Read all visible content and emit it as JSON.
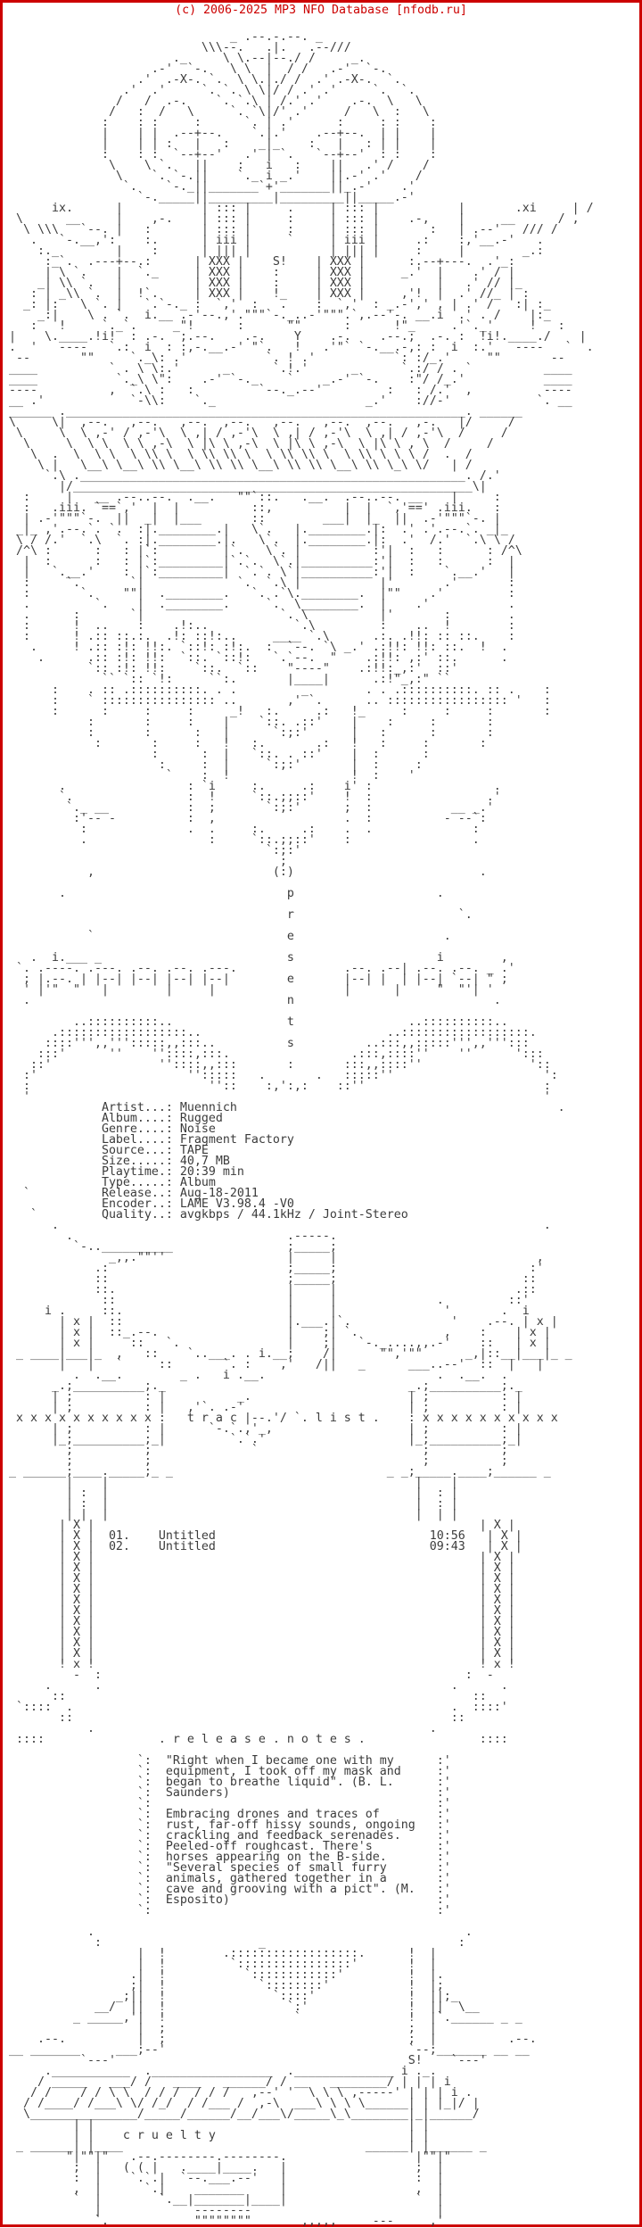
{
  "page": {
    "background": "#ffffff",
    "border_color": "#cc0000",
    "header_color": "#cc0000",
    "art_color": "#3b3b3b"
  },
  "header": {
    "text": "(c) 2006-2025 MP3 NFO Database [nfodb.ru]"
  },
  "release_info": {
    "fields": [
      {
        "label": "Artist...:",
        "value": "Muennich"
      },
      {
        "label": "Album....:",
        "value": "Rugged"
      },
      {
        "label": "Genre....:",
        "value": "Noise"
      },
      {
        "label": "Label....:",
        "value": "Fragment Factory"
      },
      {
        "label": "Source...:",
        "value": "TAPE"
      },
      {
        "label": "Size.....:",
        "value": "40,7 MB"
      },
      {
        "label": "Playtime.:",
        "value": "20:39 min"
      },
      {
        "label": "Type.....:",
        "value": "Album"
      },
      {
        "label": "Release..:",
        "value": "Aug-18-2011"
      },
      {
        "label": "Encoder..:",
        "value": "LAME V3.98.4 -V0"
      },
      {
        "label": "Quality..:",
        "value": "avgkbps / 44.1kHz / Joint-Stereo"
      }
    ]
  },
  "tracklist": {
    "section_title": "t r a c   l i s t .",
    "tracks": [
      {
        "number": "01.",
        "title": "Untitled",
        "duration": "10:56"
      },
      {
        "number": "02.",
        "title": "Untitled",
        "duration": "09:43"
      }
    ]
  },
  "release_notes": {
    "section_title": ". r e l e a s e . n o t e s .",
    "paragraphs": [
      [
        "\"Right when I became one with my",
        "equipment, I took off my mask and",
        "began to breathe liquid\". (B. L.",
        "Saunders)"
      ],
      [
        "Embracing drones and traces of",
        "rust, far-off hissy sounds, ongoing",
        "crackling and feedback serenades.",
        "Peeled-off roughcast. There's",
        "horses appearing on the B-side.",
        "\"Several species of small furry",
        "animals, gathered together in a",
        "cave and grooving with a pict\". (M.",
        "Esposito)"
      ]
    ]
  },
  "art_words": {
    "presents_vertical": "p r e s e n t s :",
    "scene_mark_top": "S!",
    "scene_mark_bottom": "S!",
    "roman_left": "ix.",
    "roman_right": ".xi",
    "cruelty": "c r u e l t y"
  },
  "ascii_art": {
    "lines": [
      "",
      "                                _ .--.-.--. _",
      "                            \\\\\\--.   .|.   .--///",
      "                        ._     \\ \\.--|--./ /     _.",
      "                     .-'  `-.   \\ \\  |  / /   .-'  `-.",
      "                   .'  .-X-. `.  \\ \\.|./ /  .' .-X-.  `.",
      "                 .'  .'     `. `. \\ \\|/ / .' .'     `.  `.",
      "                /   /  .-.    `. `.\\ | /.' .'    .-.  \\   \\",
      "               /   :  /   \\     `. `\\|/' .'     /   \\  :   \\",
      "              :    : :     :      `. | .'      :     : :    :",
      "              |    | |  .--+--.    `.|.'    .--+--.  | |    |",
      "              |    | | :   |   :    _|_    :   |   : | |    |",
      "              :    : :  `--+--'   .' | `.   `--+--'  : :    :",
      "               \\    \\ `.   ||    :   i   :    ||   .' /    /",
      "                \\    `. `-.||    `._ i _.'    ||.-' .'    /",
      "                 `.    `-._||_______`+'_______||_.-'    .'",
      "                   `-._____||_________|_________||_____.-'",
      "       ix.      |           | ::: |     .     | ::: |           |       .xi     | /",
      "  \\      __     |    ,-.    | ::: |     :     | ::: |    .-,    |     __      / ,",
      "   \\ \\\\\\   `--. |   :       | ::: |     :     | ::: |       :   | .--'   /// /",
      "    .   `-.__,':    :.      | iii |     `     | iii |     .:    :,'__.-'   .",
      "     :._        |    :      | ||| |           | ||| |     :     |        _.:",
      "      :_`.  .---+--.:      | XXX |    S!    | XXX |      :.--+---.  .'_:",
      "      | \\ `.    |  `._     | XXX |    :     | XXX |     _.'  |    .' / |",
      "     _| \\\\ `.   |          | XXX |    :     | XXX |          |   .' // |_",
      "    : | _\\\\ `.  |  !`.     | XXX |    !_    | XXX |     ,'!  |  .' //_ | :",
      "   _: |:   \\ `. |   `.`-._ :  `,'  :   .    :  `,'  : _.-',' , | .' /   :| :_",
      "     _:|    \\ . `.  i.__ .-'--.,'.\"\"\"`-._..-'\"\"\".`,.--'-. __.i  .' . /    |:_",
      "    :   !     `._`.     _\"!      :      \"\"      :      !\"_     .'`._'     !   :",
      " |    \\.____.!i!  : .-.  ;.--.    .-.    Y    .-.    .--.;  .-. :  !i!.____./    |",
      " .  '   ----   `.:  i  : :,-.__.-' \"`.   !   .'\"` `-.__.-,: :  i  :.'   ----   `  .",
      "  --       \"\"     `._\\: .'           `. ! .'           `: :/_.'     \"\"       --",
      " ____          ` . \\ \\:.'      _      `.!.'      _      `.:/ / . `          ____",
      " ____           `._\\ \\\":    .-' `-._    `    _.-' `-.    :\"/ /_.'           ____",
      " ----          ,  `.\\ :   :         `--._.--'         :   : /.'  ,          ----",
      " __ .'            `-\\\\:    `._                     _.'    ://-'            `. __",
      " ______ .________________________________________________________. ______",
      " \\     \\|  ,--.   ,--.   ,--.  ,--.   ,--.   ,--.  ,--.   ,-.   |/     /",
      "  \\     \\  \\ ,-' / ,-'\\  \\ ,| / ,-'\\  \\ ,| / ,-'\\  \\ ,| / ,-'\\  /     /",
      "   \\     \\  \\ \\  \\ \\ ,-\\  \\ |\\ \\ ,-\\  \\ |\\ \\ ,-\\  \\ |\\ \\ , \\  /     /",
      "    \\  .  \\  \\ \\  \\ \\\\ \\  \\ \\\\ \\\\ \\  \\ \\\\ \\\\ \\  \\ \\\\ \\ \\ \\ /  .  /",
      "     \\ |   \\__\\ \\__\\ \\\\ \\__\\ \\\\ \\\\ \\__\\ \\\\ \\\\ \\__\\ \\\\ \\_\\ \\/   | /",
      "      `.\\ .______________________________________________________. /.'",
      "        |/________________________________________________________\\|",
      "   :     |   __ .--..--.  .__.   \"\"`::.   .__.  .--..--. __    |     :",
      "   :   .iii. `==`,'  |  |          ::,          |  |  `,'==' .iii.   :",
      "   | .-'\"\"\"`-.  ||  _|  |___       ::        ___|  |_  ||  .-'\"\"\"`-. |",
      "  _|_ ,'.--.`. `.  :|.________.|   \\`.   |.________.|:  .' .'.--.`. _|_",
      "  \\ / /.'  `.\\  `. :|.________.|.   \\`.  |.________.|:  .'  /.'  `.\\ \\ /",
      "  /^\\ :      :   : |`:         |`.   \\`. |          :'|  :   :      : /^\\",
      "   |  :      :   : |`:_________|`.`.  \\`.|__________:'|  :   :      :  |",
      "   |   `.__.'    : |`:_________|  `.`. \\`|__________:'|  :    `.__.'   |",
      "   :     `.       `|             `.  `.\\ |           |'       .'       :",
      "   :       `.    \"\"|  .________.   `. .`\\.________.  |\"\"    .'         :",
      "   .         `.    |  .________.     `.  \\________.  |    .'           .",
      "   .      :       `|                   `. \\          |'       :        .",
      "   :      !  ..    :    .!:..            `.\\         :    ..  !        :",
      "   :      ! .:: ::.:.  .!: ::!:..     ____ `.\\      .:. .!!: :: ::.    :",
      "    .     ! .:: :!: !!:. `::!: :!:.  :  `--. `\\ _.' .:!!: !!: ::.  !  .",
      "     .      .:: :!: !!:  `::. `::!:   `.`--.  \"    .:!!: ,:' ::.      .",
      "            `:: :!: !!:    `::.  `::    \"----\"    .:!!:_,:'  ::'",
      "              `` `:: `!:     ``:.       |____|      .:!\"_,:\" ``",
      "       :    . :: .::::::::::. . .         _        . . .::::::::::. :: .    :",
      "       :    ` :::::::::::::::: ..       ,' `.      .. ::::::::::::::::: '   :",
      "       :      :     :     :     _!   :.     .:   !_     :     :     :       :",
      "            :       :     :    |    `::. .::'    |    :     :       :",
      "            :       :      :   |      `:;:'      |   :      :       :",
      "             :       :     :   !   :.       .:   !   :     :       :",
      "                     :      :  |   `::. . ::'    |  :      :",
      "                      :     :  |     `:;:'       |  :     :",
      "                       `    :  !                 !  :    '",
      "        .                 : `i     :.     .:    i' :                 .",
      "        `.                :  !     `::.;;::'    !  :                .'",
      "         `._ __           :  ;       `:;:'      ;  :           __ _.'",
      "          :'-- -          :  ,                  .  :          - --`:",
      "           :              .  .     :.     .:    .  .              :",
      "           .                 :     `::.;;::'    :                 .",
      "                                     `:;:'",
      "                                       ;",
      "            ,                         (:)                          .",
      "",
      "        .                               p                    .",
      "",
      "                                        r                       `.",
      "",
      "            `                           e                     .",
      "",
      "    .  i.___ _                          s                    i        ,",
      "  `. .----. .---. .--. .--. .---.               .--. .--| .--. .--. _ .'",
      "   ; |.--. | |--| |--| |--| |--|        e       |--| |  | |--| `--| \" ;",
      "   ' |'\"  \"   |        |     |                  |      |     \"  \"'| '",
      "   .                                    n                            .",
      "",
      "          ..::::::::::..                t                ..::::::::::..",
      "       .::::::::::::::::::..                          ..::::::::::::::::::.",
      "      ::::''',,''':::::,,:::..          s          ..:::,,:::::''',,''':::",
      "     :::'      ''    ''::::,:::.                 .:::,::::''    ''      ':::",
      "    ::'               ''::::,,:::       :       :::,,::::''               '::",
      "   :'                     '':::::   .       .   :::::''                     ':",
      "   :                         ''::    :,':,:    ::''                         :",
      "   '                                                                        '",
      "              Artist...: Muennich                                             .",
      "              Album....: Rugged",
      "              Genre....: Noise",
      "              Label....: Fragment Factory",
      "              Source...: TAPE",
      "              Size.....: 40,7 MB",
      "              Playtime.: 20:39 min",
      "              Type.....: Album",
      "   `          Release..: Aug-18-2011",
      "              Encoder..: LAME V3.98.4 -V0",
      "    `         Quality..: avgkbps / 44.1kHz / Joint-Stereo",
      "       .                                                                    .",
      "         .                              .-----.",
      "          `-..__________                ;_____;",
      "               _,,.\"\"''                 |     |                            ,",
      "             .:                         ;_____;                           :'",
      "             ::                         ;_____;                          ::",
      "             ::.                        |     |                         .::",
      "              ::                        |     |              .         ::'",
      "      i .     ::.                       |     |               '       .  i",
      "        | x |  ::                       |.___.|`.              '    .--. | x |",
      "        | x |  ::_.--.                  |    ;| `.            ,    :    | x |",
      "        | x |     ::   `.               |    ;|   `-._....,,.-'    ::   | x |",
      "  _ ____|___|_  ,   ::    `..___. . i.__;    /|      \"\",'\"\"      _,|::__|___|_ _",
      "        |   |   `     ::       `. :    ,'   /||   _      ___..--'  ::  |   |",
      "          .  .__.        _ .   i .__.                        .  .__.  .",
      "       _.;__________;._                                  _.;__________;._",
      "       | ;          : |          _.                      | ;          : |",
      "       | ;          : |   ,'`. .-'                       | ;          : |",
      "  x x x x x x x x x x :   t r a c |--.'/ `. l i s t .    : x x x x x x x x x x",
      "       | ;          : |      `-.`.,'_,                   | ;          : |",
      "       |_;__________;_|         `.`.'                    |_;__________;_|",
      "         ;          ;              `                       ;          ;",
      "         ;          ;                                      ;          ;",
      " _ ______;____._____;_ _                              _ _;_____.____;______ _",
      "         |    |                                           |    |",
      "         | :  |                                           |  : |",
      "         | :  |                                           |  : |",
      "         | |  |                                           |  | |",
      "        | X |                                                      | X |",
      "        | X |  01.    Untitled                              10:56   | X |",
      "        | X |  02.    Untitled                              09:43   | X |",
      "        | X |                                                      | X |",
      "        | X |                                                      | X |",
      "        | X |                                                      | X |",
      "        | X |                                                      | X |",
      "        | X |                                                      | X |",
      "        | X |                                                      | X |",
      "        | X |                                                      | X |",
      "        | X |                                                      | X |",
      "        | X |                                                      | X |",
      "        | X |                                                      | X |",
      "        ! x !                                                      ! x !",
      "          -  :                                                   :  -",
      "      .      .                                                 .      .",
      "       ::                                                         ::",
      "  `::::  .                                                     .  ::::'",
      "        ::                                                     ::",
      "            .                                               .",
      "  ::::                . r e l e a s e . n o t e s .                ::::",
      "",
      "                   `:  \"Right when I became one with my      :'",
      "                   `:  equipment, I took off my mask and     :'",
      "                   `:  began to breathe liquid\". (B. L.      :'",
      "                   `:  Saunders)                             :'",
      "                   `:                                        :'",
      "                   `:  Embracing drones and traces of        :'",
      "                   `:  rust, far-off hissy sounds, ongoing   :'",
      "                   `:  crackling and feedback serenades.     :'",
      "                   `:  Peeled-off roughcast. There's         :'",
      "                   `:  horses appearing on the B-side.       :'",
      "                   `:  \"Several species of small furry       :'",
      "                   `:  animals, gathered together in a       :'",
      "                   `:  cave and grooving with a pict\". (M.   :'",
      "                   `:  Esposito)                             :'",
      "                   `:                                        :'",
      "",
      "            .                                                    .",
      "             :                      _                           :",
      "                   |  !        .::::::::::::::::::.      !  |",
      "                   |  !         `::::::::::::::::'       !  |",
      "                  .|  !           `::::::::::::'         !  |.",
      "                  ;|  !             `::::::::'           !  |;",
      "                _;||  !               `::::'             !  ||;_",
      "             __/  ||  !                 `:'              !  ||  \\__",
      "          _ _____,'|  !                  `               !  |`.______ _ _",
      "                   |  ;                                  ;  |",
      "     .--.          |  ;                                  ;  |          .--.",
      " __ _______     ___;--'                                  `--;_______ __ __",
      "           `---'                                         S!    `---'",
      "      .___________  ._________________  .______________ i ._.",
      "     / _____   ___/ /   ____   ______/ / __   ________/ | | | i",
      "    / /    / / \\ \\  / / /  / / /   ,--' '  \\ \\ \\ ,-----' | | | i .",
      "   / /____/ /___\\ \\/ /_/  / /___ /  ,-\\  ___\\ \\ \\ \\______| | |_|/ |",
      "   \\_______________/_____/______/__/___\\/_____\\_\\________|_|______/",
      "          | |                                            | |",
      "          | |    c r u e l t y                           | |",
      "  _ ______| |____                                  ______| |______ _",
      "         \"|\"\"|\"   .--.--------.--------.                  |\"\"|\"",
      "          ;  |   ( ( |   .____|____.   |                  ;  |",
      "          :  |    `.`.|  `--.___.--'   |                  :  |",
      "          ,  |      `.|    _______     |                  ,  |",
      "          `  |        `.__|_______|____|                  `  |",
      "             |             --------                          |",
      "             `.            \"\"\"\"\"\"\"\"       ,,,,,     ---     ,'"
    ]
  }
}
